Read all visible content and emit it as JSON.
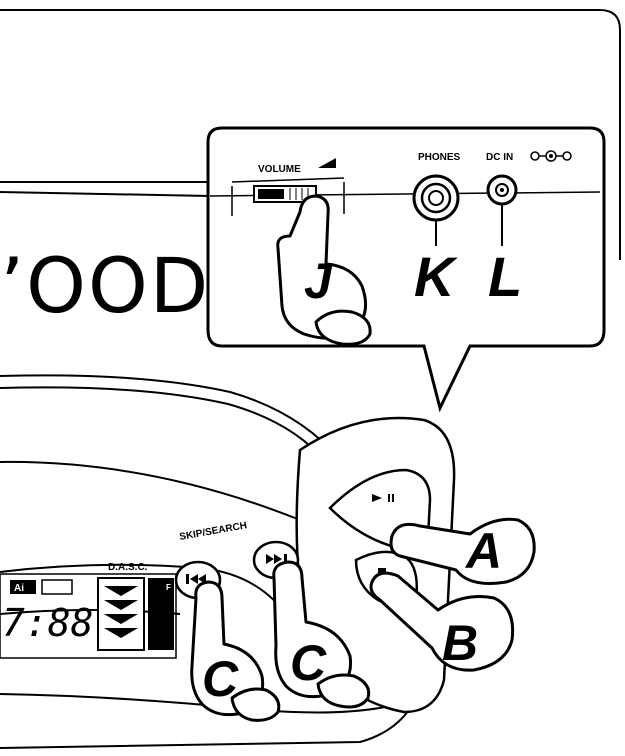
{
  "callout": {
    "volume_label": "VOLUME",
    "phones_label": "PHONES",
    "dcin_label": "DC IN",
    "labels": {
      "volume_control": "J",
      "phones_jack": "K",
      "dc_in_jack": "L"
    }
  },
  "device": {
    "brand_fragment": "’OOD",
    "skip_search_label": "SKIP/SEARCH",
    "dasc_label": "D.A.S.C.",
    "display_ai": "Ai",
    "display_time": "7:88",
    "display_f": "F",
    "button_labels": {
      "play_pause": "A",
      "stop": "B",
      "skip_back": "C",
      "skip_forward": "C"
    }
  }
}
